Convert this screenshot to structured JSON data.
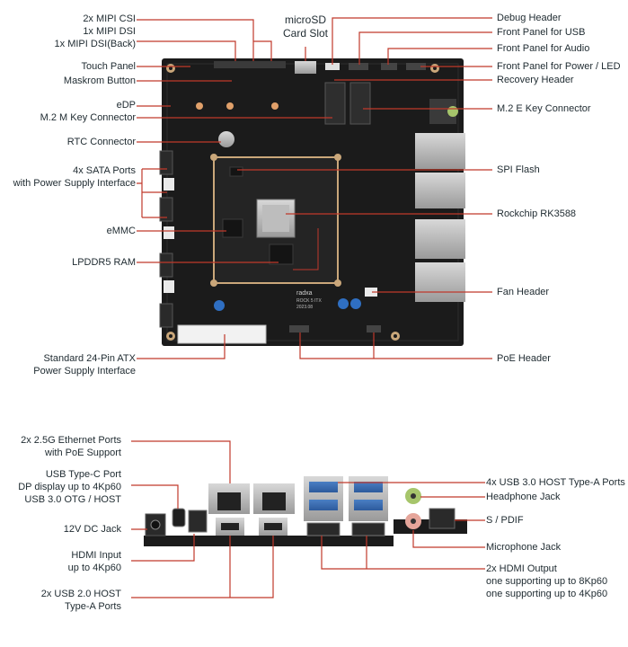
{
  "top_diagram": {
    "labels_left": [
      "2x MIPI CSI",
      "1x MIPI DSI",
      "1x MIPI DSI(Back)",
      "Touch Panel",
      "Maskrom Button",
      "eDP",
      "M.2 M Key Connector",
      "RTC Connector",
      "4x SATA Ports",
      "with Power Supply Interface",
      "eMMC",
      "LPDDR5 RAM",
      "Standard 24-Pin ATX",
      "Power Supply Interface"
    ],
    "labels_top": [
      "microSD",
      "Card Slot"
    ],
    "labels_right": [
      "Debug Header",
      "Front Panel for USB",
      "Front Panel for Audio",
      "Front Panel for Power / LED",
      "Recovery Header",
      "M.2 E Key Connector",
      "SPI Flash",
      "Rockchip RK3588",
      "Fan Header",
      "PoE Header"
    ],
    "board_silk": [
      "radxa",
      "ROCK 5 ITX",
      "2023.08"
    ]
  },
  "bottom_diagram": {
    "labels_left": [
      "2x 2.5G Ethernet Ports",
      "with PoE Support",
      "USB Type-C Port",
      "DP display up to 4Kp60",
      "USB 3.0 OTG / HOST",
      "12V DC Jack",
      "HDMI Input",
      "up to 4Kp60",
      "2x USB 2.0 HOST",
      "Type-A Ports"
    ],
    "labels_right": [
      "4x USB 3.0 HOST Type-A Ports",
      "Headphone Jack",
      "S / PDIF",
      "Microphone Jack",
      "2x HDMI Output",
      "one supporting up to 8Kp60",
      "one supporting up to 4Kp60"
    ]
  },
  "colors": {
    "leader": "#c0392b",
    "pcb": "#1b1b1b",
    "text": "#1e2a30"
  }
}
